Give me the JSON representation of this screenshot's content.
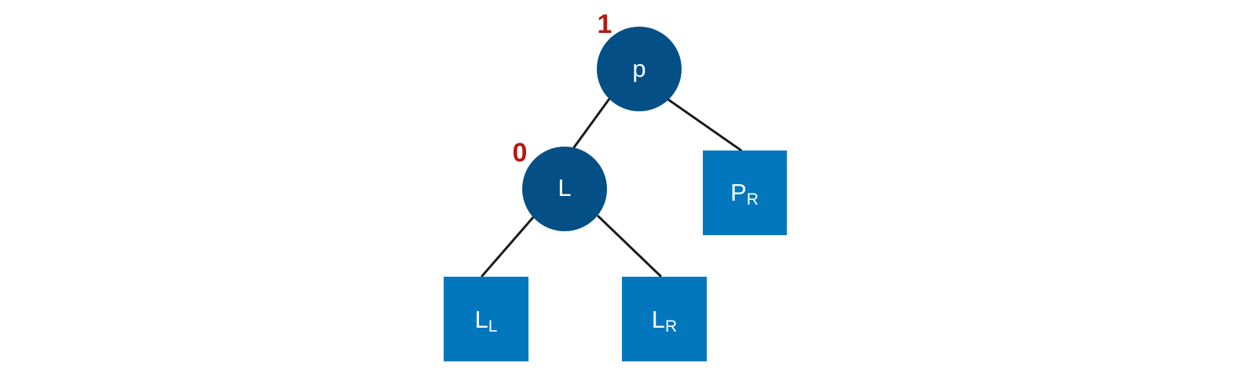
{
  "nodes": {
    "p": {
      "label": "p",
      "balance": "1"
    },
    "L": {
      "label": "L",
      "balance": "0"
    },
    "PR": {
      "label": "P",
      "sub": "R"
    },
    "LL": {
      "label": "L",
      "sub": "L"
    },
    "LR": {
      "label": "L",
      "sub": "R"
    }
  },
  "colors": {
    "circle_fill": "#034f86",
    "square_fill": "#0277bd",
    "edge": "#1a1a1a",
    "balance_text": "#b21b12",
    "node_text": "#ffffff"
  }
}
